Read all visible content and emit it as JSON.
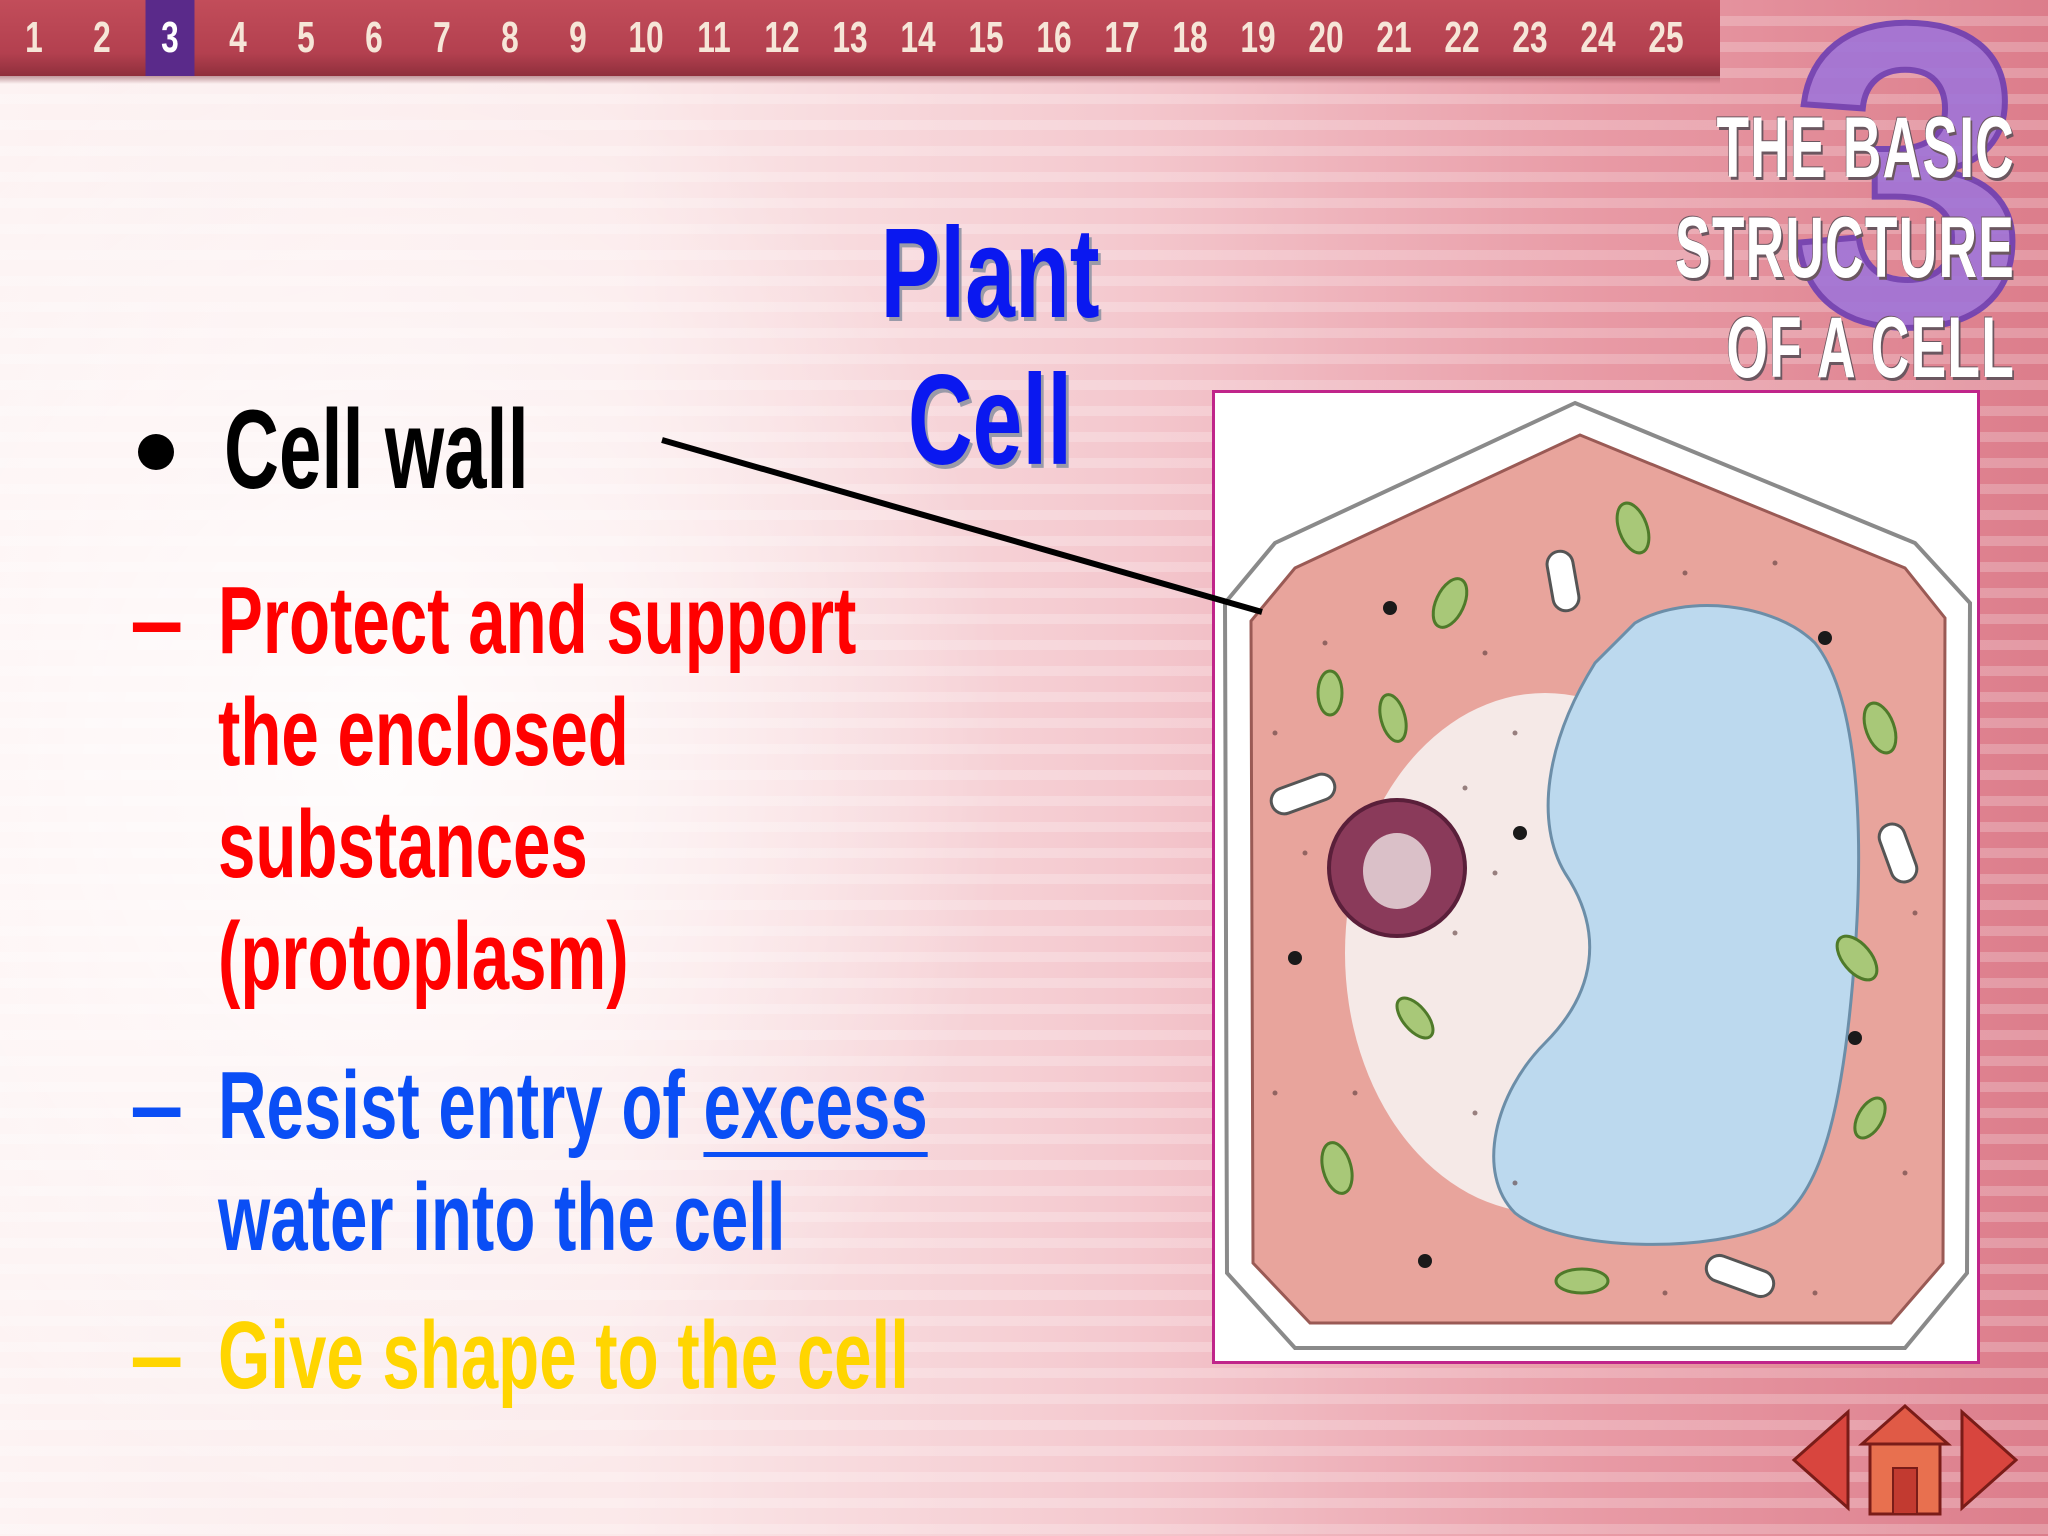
{
  "slide_numbers": [
    "1",
    "2",
    "3",
    "4",
    "5",
    "6",
    "7",
    "8",
    "9",
    "10",
    "11",
    "12",
    "13",
    "14",
    "15",
    "16",
    "17",
    "18",
    "19",
    "20",
    "21",
    "22",
    "23",
    "24",
    "25"
  ],
  "active_slide": "3",
  "chapter": {
    "line1": "THE BASIC STRUCTURE",
    "line2": "OF A CELL",
    "number": "3"
  },
  "title": "Plant Cell",
  "main_bullet": "Cell wall",
  "points": [
    {
      "dash": "–",
      "lines": [
        "Protect and support",
        "the enclosed",
        "substances",
        "(protoplasm)"
      ],
      "color": "#ff0000"
    },
    {
      "dash": "–",
      "line1_pre": "Resist entry of ",
      "line1_underlined": "excess",
      "line2": "water into the cell",
      "color": "#0a4ef5"
    },
    {
      "dash": "–",
      "lines": [
        "Give shape to the cell"
      ],
      "color": "#ffd500"
    }
  ],
  "colors": {
    "title": "#0a18f0",
    "frame": "#c0258a",
    "cytoplasm": "#e8a49c",
    "vacuole": "#bcd9ee",
    "nucleus": "#8a3a5a",
    "chloroplast": "#a8c878"
  },
  "nav": {
    "prev_icon": "arrow-left-icon",
    "home_icon": "home-icon",
    "next_icon": "arrow-right-icon"
  }
}
